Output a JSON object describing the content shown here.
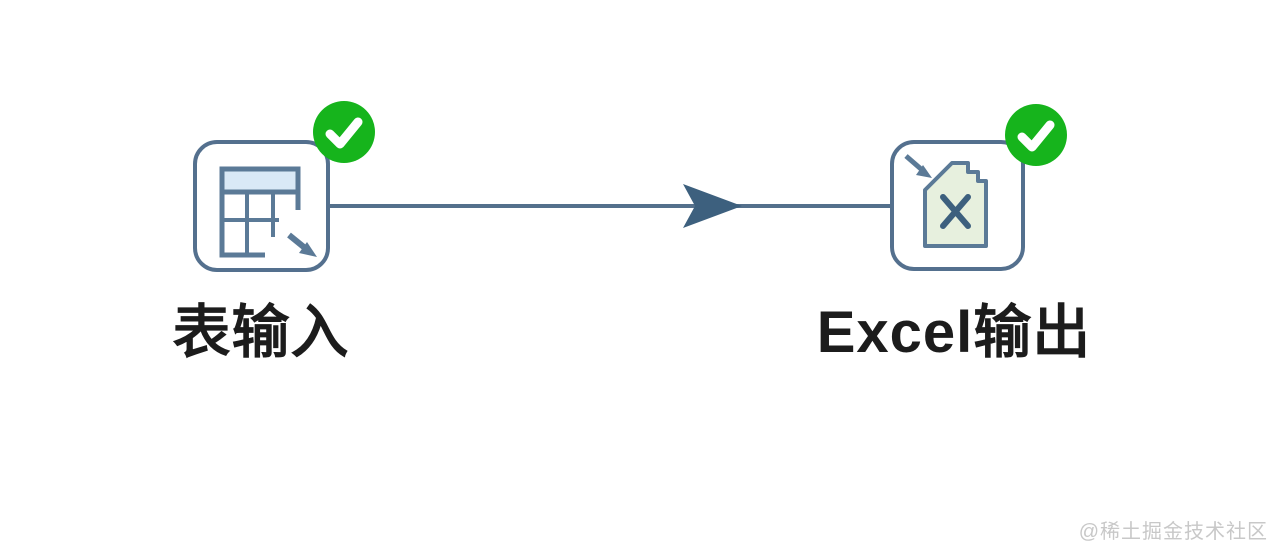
{
  "app": {
    "kind": "etl-transformation-canvas",
    "watermark": "@稀土掘金技术社区"
  },
  "pipeline": {
    "nodes": [
      {
        "id": "table-input",
        "label": "表输入",
        "icon": "table-input-icon",
        "status": "success",
        "status_icon": "success-check-icon"
      },
      {
        "id": "excel-output",
        "label": "Excel输出",
        "icon": "excel-output-file-icon",
        "status": "success",
        "status_icon": "success-check-icon"
      }
    ],
    "connection": {
      "from": "表输入",
      "to": "Excel输出",
      "style": "solid-line-right-arrow"
    }
  },
  "colors": {
    "canvas_bg": "#ffffff",
    "node_border": "#54708e",
    "icon_stroke": "#5b7a97",
    "hop_line": "#54708c",
    "arrowhead": "#3d607e",
    "status_green": "#16b41c",
    "check_white": "#ffffff",
    "table_header_fill": "#d9e9f6",
    "excel_file_fill": "#e7f0de",
    "label_text": "#1c1c1c",
    "watermark_text": "#c8c8c8"
  }
}
